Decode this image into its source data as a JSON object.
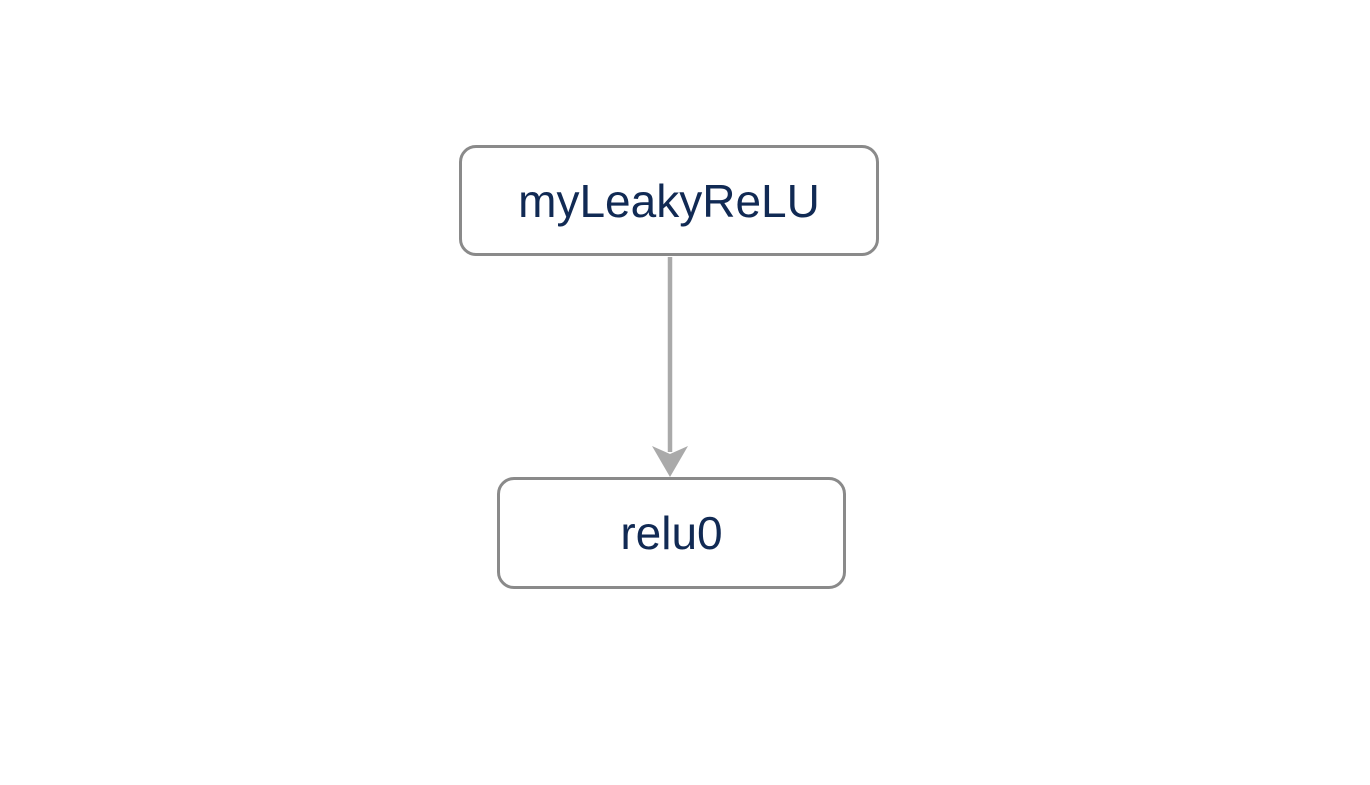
{
  "diagram": {
    "kind": "layer-graph",
    "nodes": [
      {
        "id": "myLeakyReLU",
        "label": "myLeakyReLU"
      },
      {
        "id": "relu0",
        "label": "relu0"
      }
    ],
    "edges": [
      {
        "from": "myLeakyReLU",
        "to": "relu0",
        "direction": "down"
      }
    ]
  },
  "theme": {
    "background": "#ffffff",
    "node-fill": "#ffffff",
    "node-border": "#8a8a8a",
    "node-text": "#112a54",
    "arrow": "#aaaaaa"
  }
}
